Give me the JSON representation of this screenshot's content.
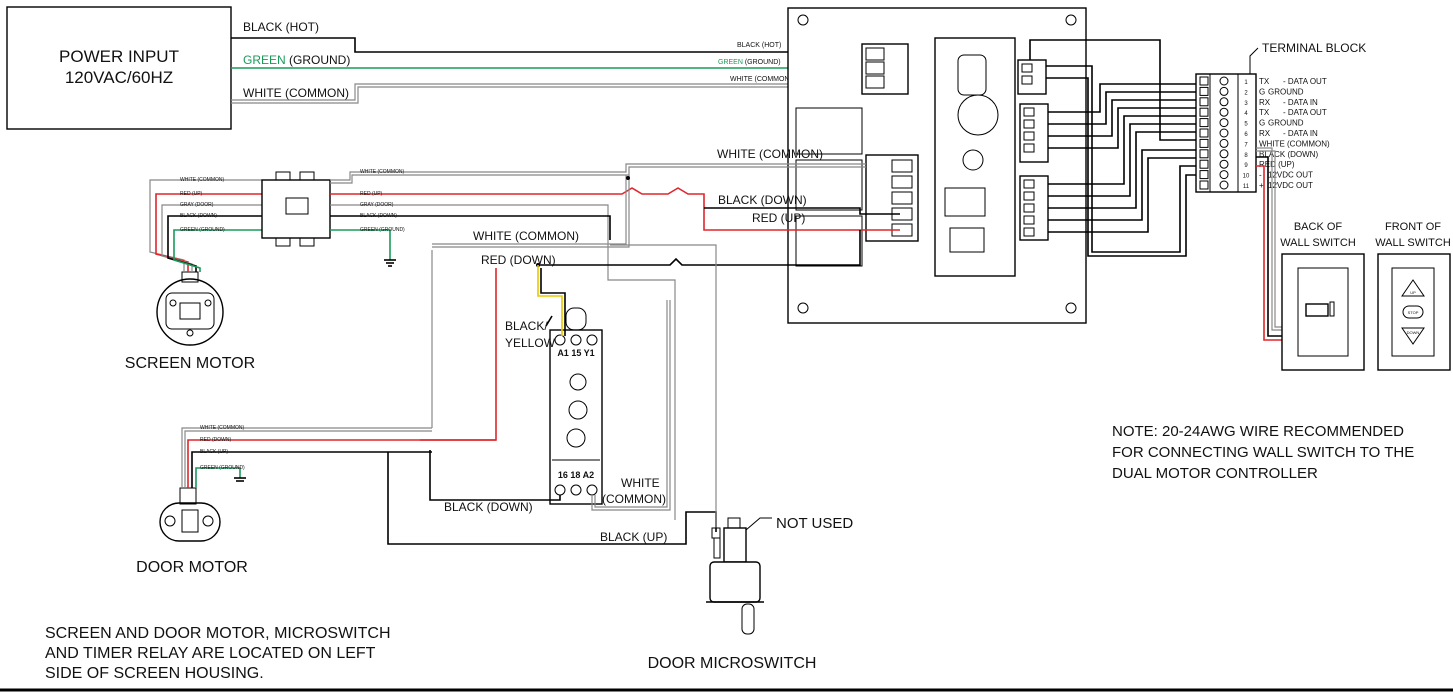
{
  "power_input": {
    "title": "POWER INPUT",
    "spec": "120VAC/60HZ"
  },
  "wire_labels": {
    "black_hot": "BLACK (HOT)",
    "green": "GREEN",
    "ground": " (GROUND)",
    "white": "WHITE",
    "common": " (COMMON)",
    "black_down": "BLACK (DOWN)",
    "red_up": "RED (UP)",
    "red_down": "RED (DOWN)",
    "black_slash": "BLACK/",
    "yellow": "YELLOW",
    "black_up": "BLACK (UP)",
    "white_common_word": "WHITE",
    "common_paren": "(COMMON)",
    "small_white_common": "WHITE (COMMON)",
    "small_red_up": "RED (UP)",
    "small_gray_door": "GRAY (DOOR)",
    "small_black_down": "BLACK (DOWN)",
    "small_green_ground": "GREEN (GROUND)",
    "small_red_down": "RED (DOWN)",
    "small_black_up": "BLACK (UP)"
  },
  "components": {
    "screen_motor": "SCREEN MOTOR",
    "door_motor": "DOOR MOTOR",
    "door_microswitch": "DOOR MICROSWITCH",
    "not_used": "NOT USED",
    "terminal_block": "TERMINAL BLOCK",
    "back_of_wall_switch": [
      "BACK OF",
      "WALL SWITCH"
    ],
    "front_of_wall_switch": [
      "FRONT OF",
      "WALL SWITCH"
    ],
    "relay_top_terms": "A1 15 Y1",
    "relay_bottom_terms": "16 18 A2",
    "switch_buttons": [
      "UP",
      "STOP",
      "DOWN"
    ]
  },
  "terminal_block_pins": [
    {
      "num": "1",
      "sym": "TX",
      "desc": "DATA OUT"
    },
    {
      "num": "2",
      "sym": "G",
      "desc": "GROUND"
    },
    {
      "num": "3",
      "sym": "RX",
      "desc": "DATA IN"
    },
    {
      "num": "4",
      "sym": "TX",
      "desc": "DATA OUT"
    },
    {
      "num": "5",
      "sym": "G",
      "desc": "GROUND"
    },
    {
      "num": "6",
      "sym": "RX",
      "desc": "DATA IN"
    },
    {
      "num": "7",
      "sym": "",
      "desc": "WHITE (COMMON)"
    },
    {
      "num": "8",
      "sym": "",
      "desc": "BLACK (DOWN)"
    },
    {
      "num": "9",
      "sym": "",
      "desc": "RED (UP)"
    },
    {
      "num": "10",
      "sym": "-",
      "desc": "12VDC OUT"
    },
    {
      "num": "11",
      "sym": "+",
      "desc": "12VDC OUT"
    }
  ],
  "notes": {
    "wire_note": [
      "NOTE: 20-24AWG WIRE RECOMMENDED",
      "FOR CONNECTING WALL SWITCH TO THE",
      "DUAL MOTOR CONTROLLER"
    ],
    "location_note": [
      "SCREEN AND DOOR MOTOR, MICROSWITCH",
      "AND TIMER RELAY ARE LOCATED ON LEFT",
      "SIDE OF SCREEN HOUSING."
    ]
  },
  "colors": {
    "black": "#000000",
    "white_wire": "#888888",
    "green": "#1a9a5a",
    "red": "#e0262b",
    "yellow": "#e8c800"
  }
}
